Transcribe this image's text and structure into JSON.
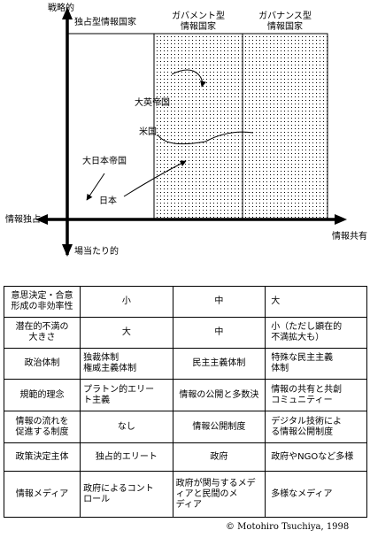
{
  "axes": {
    "top": "戦略的",
    "bottom": "場当たり的",
    "left": "情報独占",
    "right": "情報共有"
  },
  "regions": [
    {
      "name": "独占型情報国家"
    },
    {
      "name": "ガバメント型\n情報国家"
    },
    {
      "name": "ガバナンス型\n情報国家"
    }
  ],
  "countries": {
    "britain": "大英帝国",
    "usa": "米国",
    "empire_japan": "大日本帝国",
    "japan": "日本"
  },
  "table": {
    "rows": [
      {
        "label": "意思決定・合意\n形成の非効率性",
        "c1": "小",
        "c2": "中",
        "c3": "大"
      },
      {
        "label": "潜在的不満の\n大きさ",
        "c1": "大",
        "c2": "中",
        "c3": "小（ただし顕在的\n不満拡大も）"
      },
      {
        "label": "政治体制",
        "c1": "独裁体制\n権威主義体制",
        "c2": "民主主義体制",
        "c3": "特殊な民主主義\n体制"
      },
      {
        "label": "規範的理念",
        "c1": "プラトン的エリー\nト主義",
        "c2": "情報の公開と多数決",
        "c3": "情報の共有と共創\nコミュニティー"
      },
      {
        "label": "情報の流れを\n促進する制度",
        "c1": "なし",
        "c2": "情報公開制度",
        "c3": "デジタル技術によ\nる情報公開制度"
      },
      {
        "label": "政策決定主体",
        "c1": "独占的エリート",
        "c2": "政府",
        "c3": "政府やNGOなど多様"
      },
      {
        "label": "情報メディア",
        "c1": "政府によるコント\nロール",
        "c2": "政府が関与するメデ\nィアと民間のメ\nディア",
        "c3": "多様なメディア"
      }
    ]
  },
  "copyright": "© Motohiro Tsuchiya, 1998"
}
